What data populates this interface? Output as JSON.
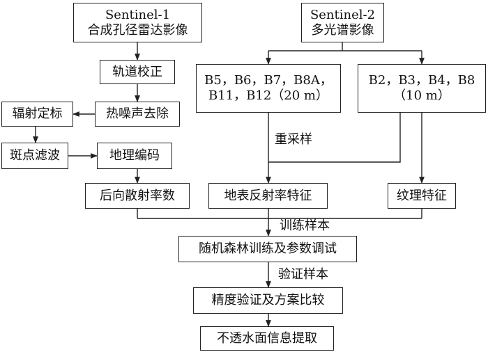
{
  "nodes": {
    "s1_line1": "Sentinel-1",
    "s1_line2": "合成孔径雷达影像",
    "s2_line1": "Sentinel-2",
    "s2_line2": "多光谱影像",
    "orbit": "轨道校正",
    "thermal": "热噪声去除",
    "radiometric": "辐射定标",
    "speckle": "斑点滤波",
    "geocode": "地理编码",
    "backscatter": "后向散射率数",
    "bands20_line1": "B5，B6，B7，B8A，",
    "bands20_line2": "B11，B12（20 m）",
    "bands10_line1": "B2，B3，B4，B8",
    "bands10_line2": "（10 m）",
    "reflectance": "地表反射率特征",
    "texture": "纹理特征",
    "rf": "随机森林训练及参数调试",
    "accuracy": "精度验证及方案比较",
    "extraction": "不透水面信息提取"
  },
  "edge_labels": {
    "resample": "重采样",
    "training": "训练样本",
    "validation": "验证样本"
  }
}
